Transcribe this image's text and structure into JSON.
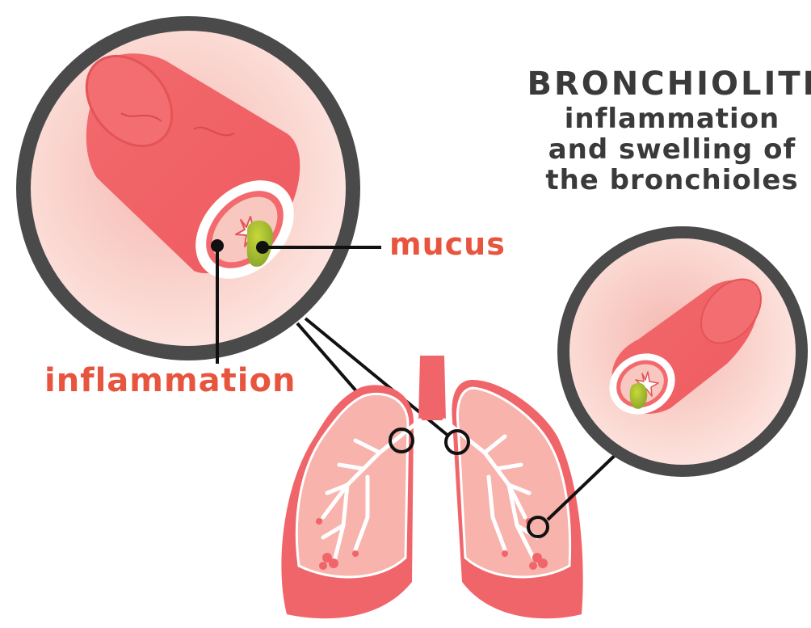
{
  "title": {
    "main": "BRONCHIOLITI",
    "line1": "inflammation",
    "line2": "and swelling of",
    "line3": "the bronchioles"
  },
  "labels": {
    "mucus": "mucus",
    "inflammation": "inflammation"
  },
  "colors": {
    "label_red": "#e8553f",
    "text_dark": "#3a3a3a",
    "ring_gray": "#4a4a4a",
    "tube_red": "#f0656a",
    "lung_pink": "#f7b3ac",
    "mucus_green": "#a6bd2a"
  }
}
